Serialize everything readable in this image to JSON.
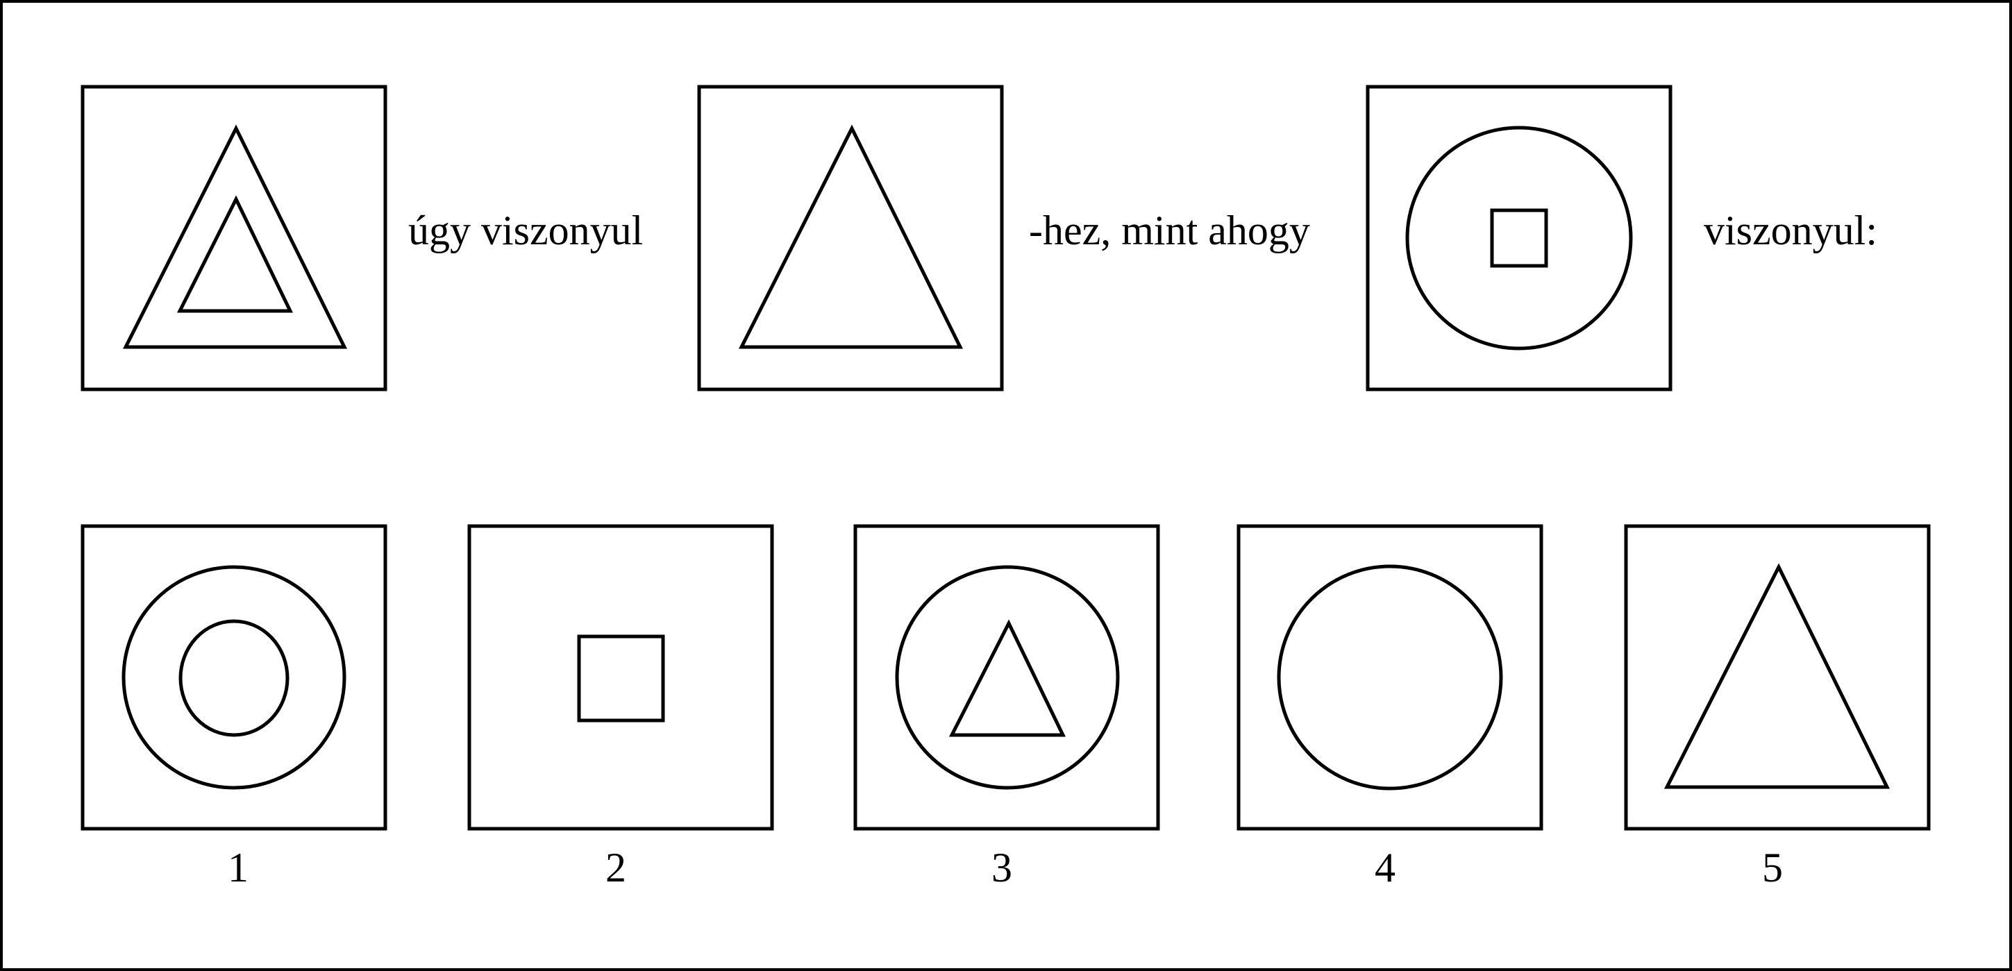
{
  "question_row": {
    "phrase_1": "úgy viszonyul",
    "phrase_2": "-hez, mint ahogy",
    "phrase_3": "viszonyul:",
    "figures": [
      {
        "name": "figure-a",
        "shapes": [
          "triangle",
          "small-triangle"
        ]
      },
      {
        "name": "figure-b",
        "shapes": [
          "triangle"
        ]
      },
      {
        "name": "figure-c",
        "shapes": [
          "circle",
          "small-square"
        ]
      }
    ]
  },
  "answer_row": {
    "options": [
      {
        "label": "1",
        "shapes": [
          "circle",
          "small-circle"
        ]
      },
      {
        "label": "2",
        "shapes": [
          "small-square"
        ]
      },
      {
        "label": "3",
        "shapes": [
          "circle",
          "small-triangle"
        ]
      },
      {
        "label": "4",
        "shapes": [
          "circle"
        ]
      },
      {
        "label": "5",
        "shapes": [
          "triangle"
        ]
      }
    ]
  },
  "colors": {
    "stroke": "#000000",
    "background": "#ffffff"
  }
}
